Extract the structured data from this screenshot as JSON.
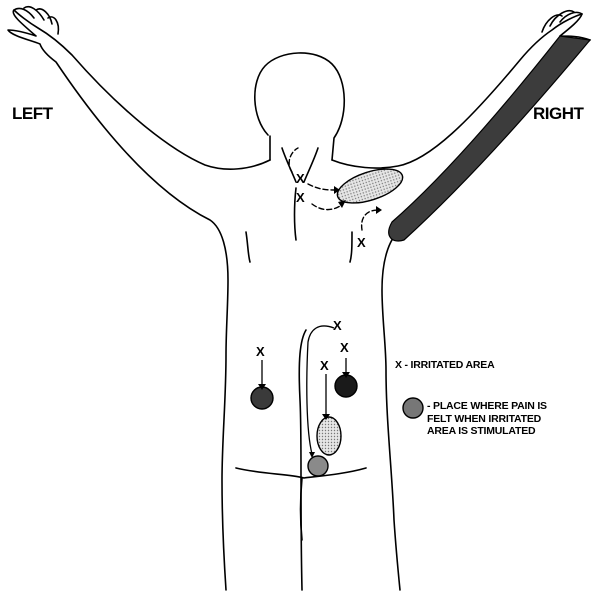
{
  "labels": {
    "left": "LEFT",
    "right": "RIGHT"
  },
  "marker": "X",
  "legend": {
    "irritated": "X - IRRITATED AREA",
    "pain_lines": [
      "- PLACE WHERE PAIN IS",
      "FELT WHEN IRRITATED",
      "AREA IS STIMULATED"
    ]
  },
  "colors": {
    "outline": "#000000",
    "light_fill": "#d8d8d8",
    "dark_fill": "#2a2a2a",
    "arm_fill": "#3c3c3c"
  }
}
